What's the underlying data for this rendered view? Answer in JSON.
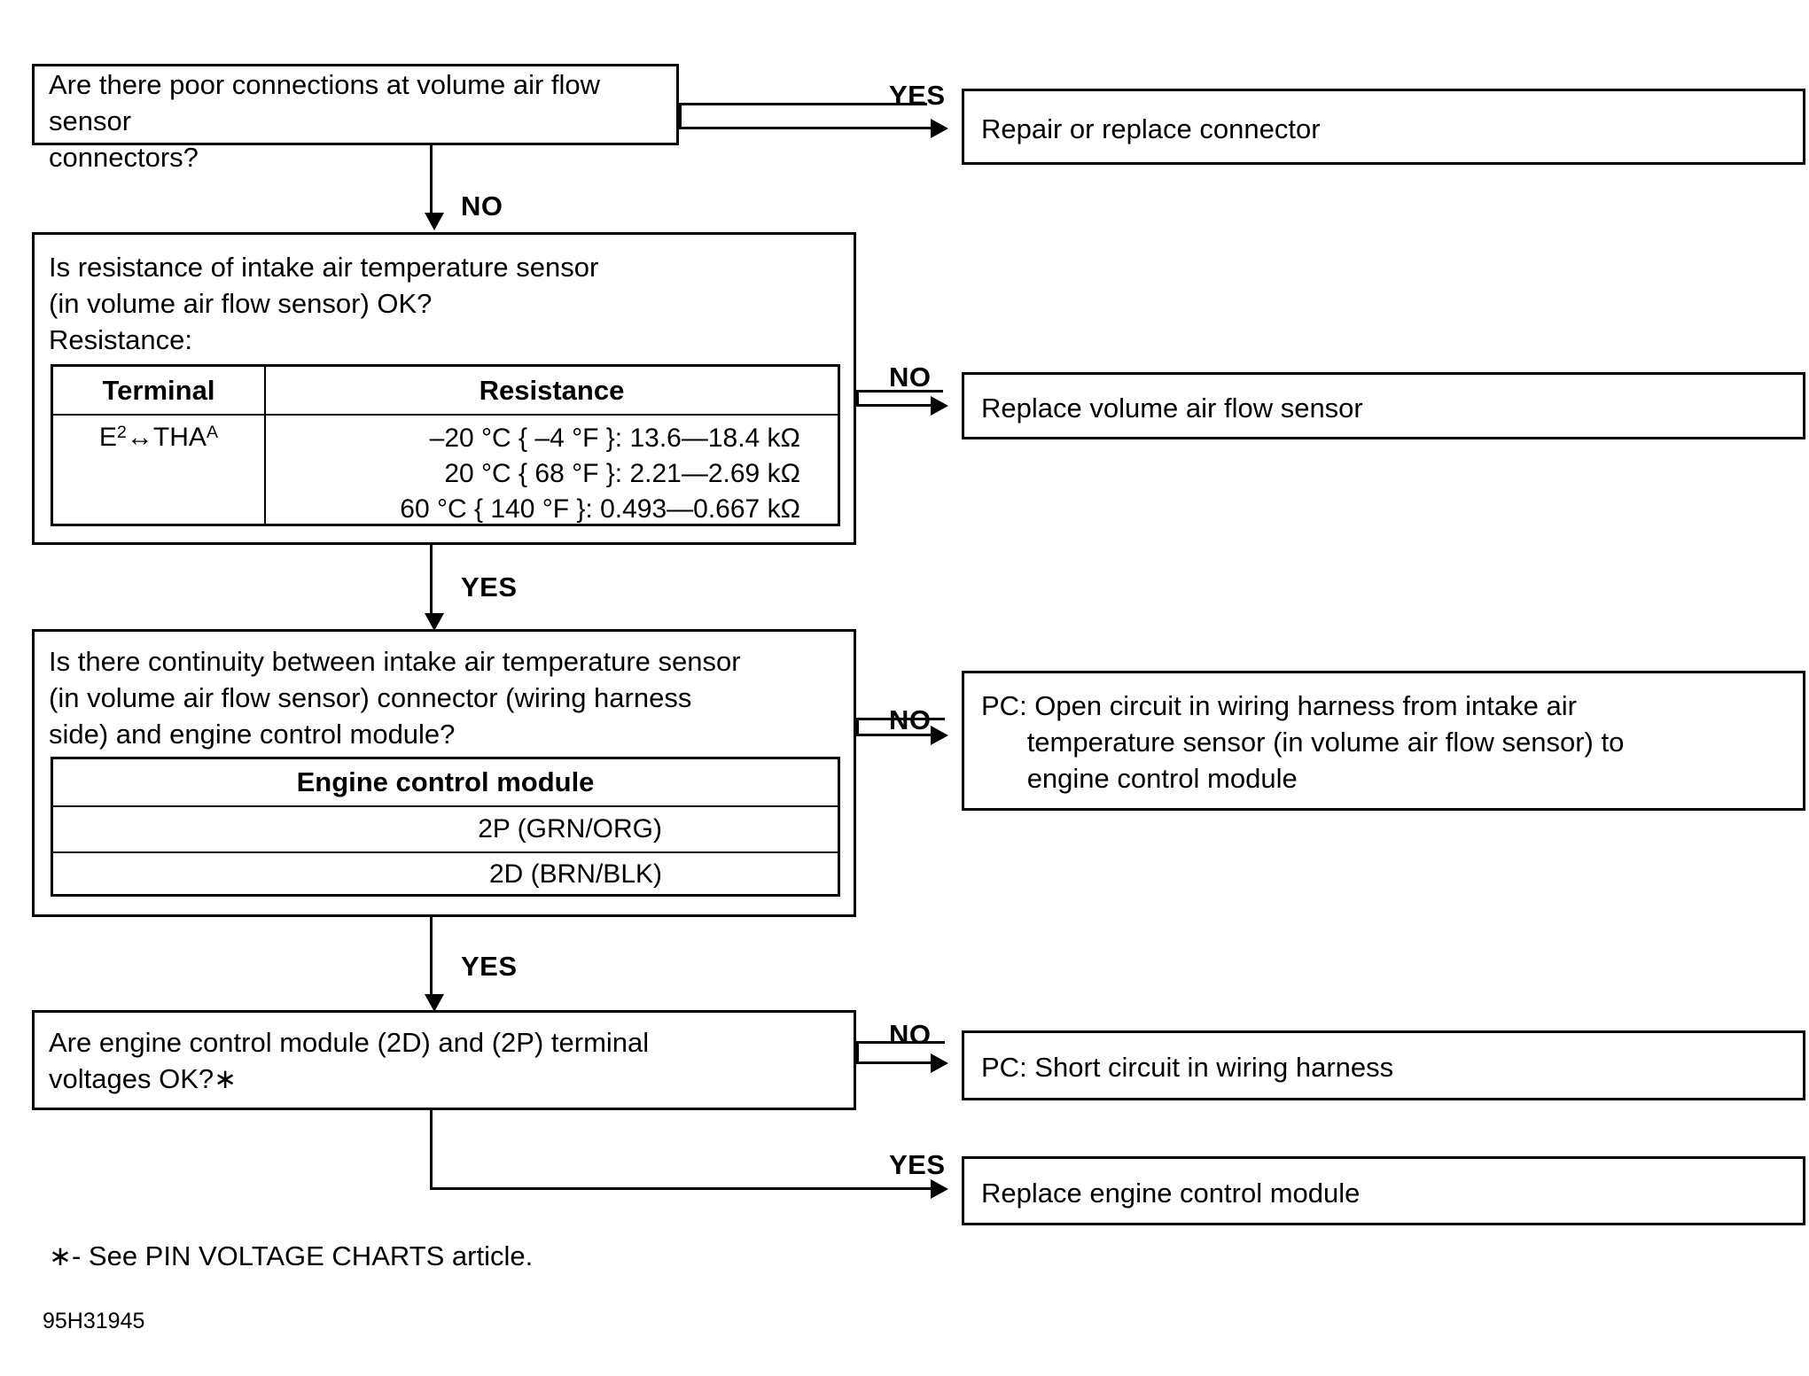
{
  "diagram": {
    "title": "Intake Air Temperature Sensor Diagnostic Flowchart",
    "footnote": "∗- See PIN VOLTAGE CHARTS article.",
    "id_code": "95H31945",
    "labels": {
      "yes": "YES",
      "no": "NO"
    }
  },
  "nodes": {
    "q1": {
      "text": "Are there poor connections at volume air flow sensor\nconnectors?"
    },
    "a1": {
      "text": "Repair or replace connector"
    },
    "q2": {
      "line1": "Is resistance of intake air temperature sensor",
      "line2": "(in volume air flow sensor) OK?",
      "line3": "Resistance:"
    },
    "a2": {
      "text": "Replace volume air flow sensor"
    },
    "q3": {
      "line1": "Is there continuity between intake air temperature sensor",
      "line2": "(in volume air flow sensor) connector (wiring harness",
      "line3": "side) and engine control module?"
    },
    "a3": {
      "text": "PC: Open circuit in wiring harness from intake air\n      temperature sensor (in volume air flow sensor) to\n      engine control module"
    },
    "q4": {
      "text": "Are engine control module (2D) and (2P) terminal\nvoltages OK?∗"
    },
    "a4": {
      "text": "PC: Short circuit in wiring harness"
    },
    "a5": {
      "text": "Replace engine control module"
    }
  },
  "resistance_table": {
    "headers": [
      "Terminal",
      "Resistance"
    ],
    "terminal_prefix": "E",
    "terminal_sub1": "2",
    "terminal_mid": "↔THA",
    "terminal_sub2": "A",
    "rows": [
      "–20 °C { –4 °F }: 13.6—18.4 kΩ",
      "20 °C { 68 °F }: 2.21—2.69 kΩ",
      "60 °C { 140 °F }: 0.493—0.667  kΩ"
    ]
  },
  "ecm_table": {
    "header": "Engine control module",
    "rows": [
      "2P (GRN/ORG)",
      "2D (BRN/BLK)"
    ]
  },
  "colors": {
    "ink": "#000000",
    "paper": "#ffffff"
  }
}
